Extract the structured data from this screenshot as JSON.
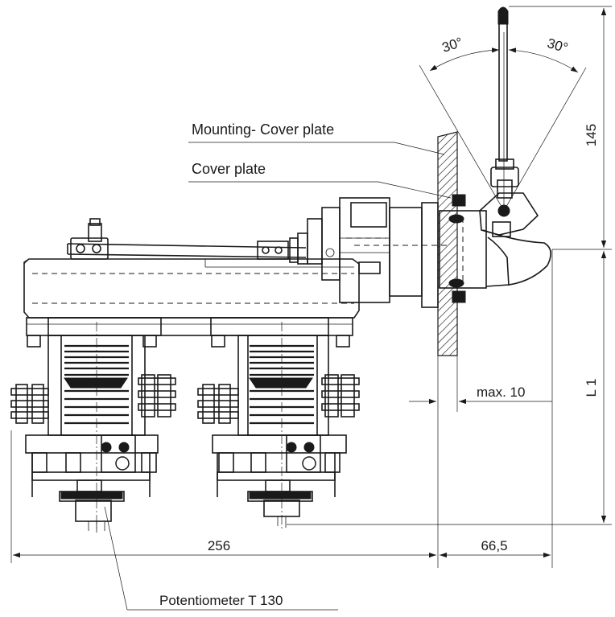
{
  "labels": {
    "mounting_cover_plate": "Mounting- Cover plate",
    "cover_plate": "Cover plate",
    "potentiometer": "Potentiometer T 130"
  },
  "dimensions": {
    "angle_left": "30°",
    "angle_right": "30°",
    "height_145": "145",
    "length_l1": "L 1",
    "max_10": "max. 10",
    "width_256": "256",
    "width_66_5": "66,5"
  }
}
